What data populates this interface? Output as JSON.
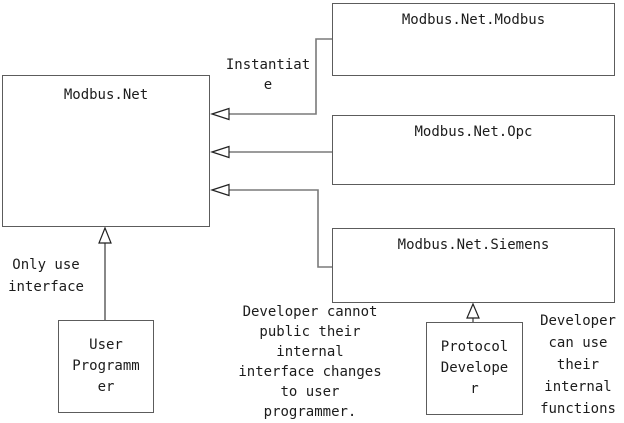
{
  "diagram": {
    "boxes": {
      "modbus_net": {
        "title": "Modbus.Net"
      },
      "modbus_net_modbus": {
        "title": "Modbus.Net.Modbus"
      },
      "modbus_net_opc": {
        "title": "Modbus.Net.Opc"
      },
      "modbus_net_siemens": {
        "title": "Modbus.Net.Siemens"
      },
      "user_programmer": {
        "label": "User\nProgramm\ner"
      },
      "protocol_developer": {
        "label": "Protocol\nDevelope\nr"
      }
    },
    "labels": {
      "instantiate": "Instantiat\ne",
      "only_use_interface": "Only use\ninterface",
      "developer_cannot": "Developer cannot\npublic their\ninternal\ninterface changes\nto user\nprogrammer.",
      "developer_can_use": "Developer\ncan use\ntheir\ninternal\nfunctions"
    },
    "colors": {
      "background": "#ffffff",
      "connector_line": "#7a7a7a",
      "box_border": "#5c5c5c",
      "arrowhead_outline": "#222222",
      "arrowhead_fill": "#ffffff",
      "text": "#1c1c1c"
    }
  }
}
